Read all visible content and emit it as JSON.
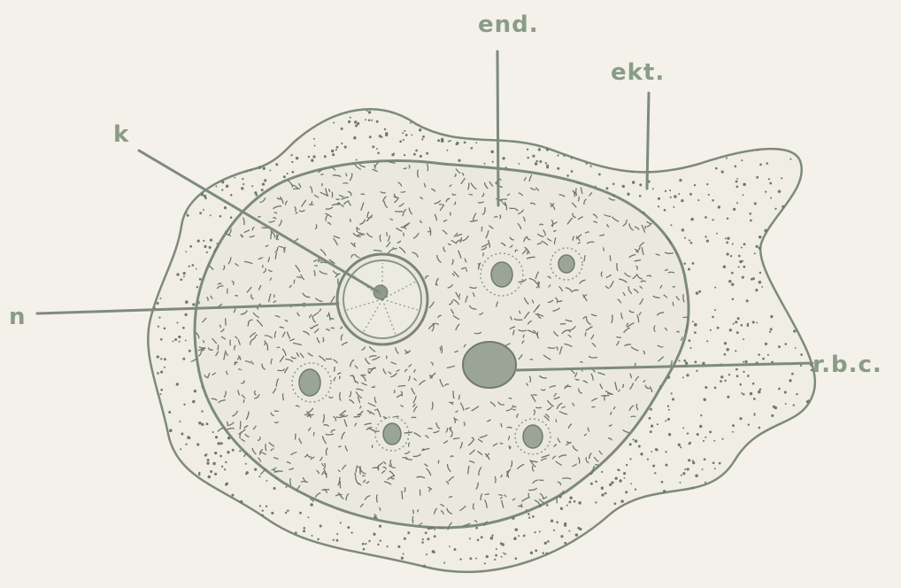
{
  "diagram": {
    "labels": {
      "end": "end.",
      "ekt": "ekt.",
      "k": "k",
      "n": "n",
      "rbc": "r.b.c."
    }
  }
}
